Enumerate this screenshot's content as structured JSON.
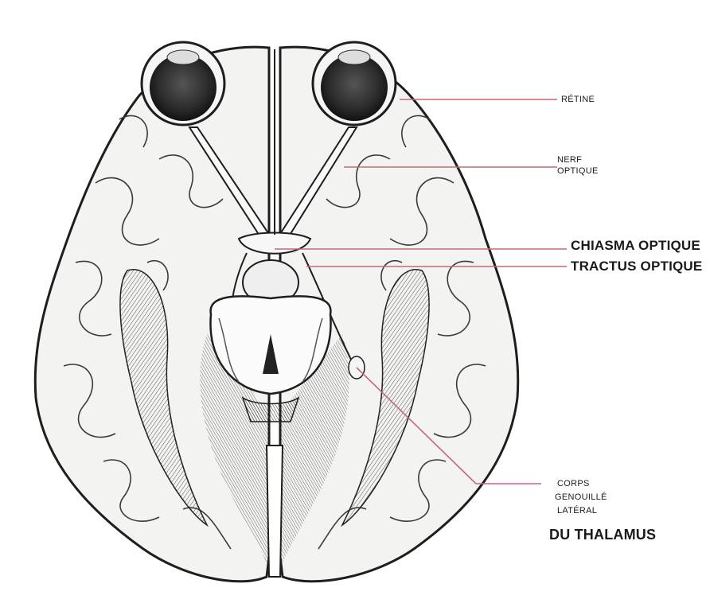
{
  "labels": {
    "retine": "RÉTINE",
    "nerf_optique_line1": "NERF",
    "nerf_optique_line2": "OPTIQUE",
    "chiasma_optique": "CHIASMA OPTIQUE",
    "tractus_optique": "TRACTUS OPTIQUE",
    "corps_line1": "CORPS",
    "corps_line2": "GENOUILLÉ",
    "corps_line3": "LATÉRAL",
    "thalamus": "DU THALAMUS"
  },
  "colors": {
    "leader_line": "#c46a78",
    "ink": "#1a1a1a",
    "background": "#ffffff"
  },
  "illustration": {
    "subject": "brain-inferior-view",
    "style": "engraving"
  }
}
